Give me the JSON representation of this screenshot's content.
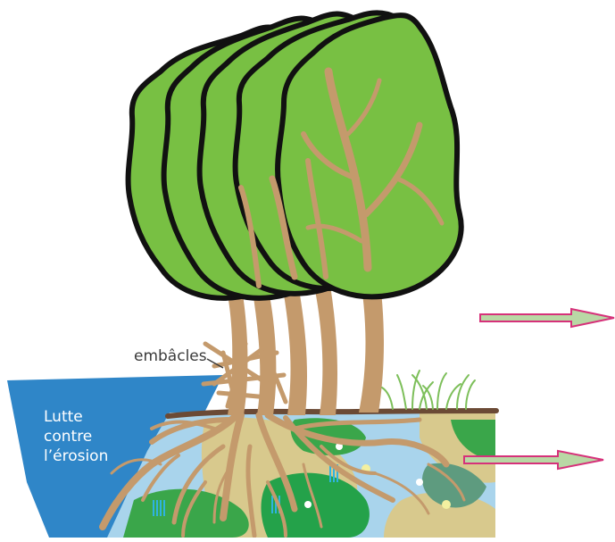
{
  "labels": {
    "embacles": "embâcles",
    "erosion_line1": "Lutte",
    "erosion_line2": "contre",
    "erosion_line3": "l’érosion"
  },
  "colors": {
    "water": "#2f86c8",
    "water_light": "#a9d4ec",
    "soil_green": "#3aa64a",
    "soil_sand": "#d8c98d",
    "foliage": "#78c043",
    "outline": "#111111",
    "trunk": "#c49a6c",
    "ground": "#6b4a35",
    "arrow_fill": "#b9d8a5",
    "arrow_edge": "#d6317a"
  },
  "icons": {
    "trees": "willow-trees-icon",
    "roots": "root-system-icon",
    "grass": "grass-tuft-icon",
    "flow_arrows": "flow-arrow-icon"
  }
}
